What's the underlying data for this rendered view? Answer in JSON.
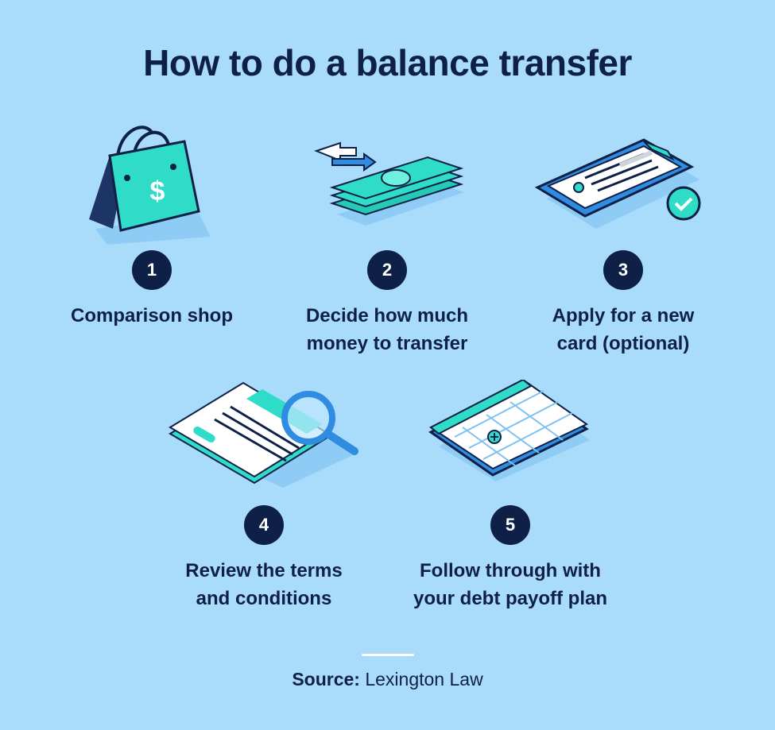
{
  "title": "How to do a balance transfer",
  "steps": [
    {
      "number": "1",
      "lines": [
        "Comparison shop"
      ],
      "icon": "shopping-bag-icon"
    },
    {
      "number": "2",
      "lines": [
        "Decide how much",
        "money to transfer"
      ],
      "icon": "money-transfer-icon"
    },
    {
      "number": "3",
      "lines": [
        "Apply for a new",
        "card (optional)"
      ],
      "icon": "clipboard-check-icon"
    },
    {
      "number": "4",
      "lines": [
        "Review the terms",
        "and conditions"
      ],
      "icon": "magnifier-document-icon"
    },
    {
      "number": "5",
      "lines": [
        "Follow through with",
        "your debt payoff plan"
      ],
      "icon": "calendar-icon"
    }
  ],
  "bag_symbol": "$",
  "source": {
    "label": "Source:",
    "value": "Lexington Law"
  },
  "colors": {
    "background": "#a9dcfb",
    "navy": "#0f2047",
    "teal": "#2fdcc8",
    "blue": "#2f8ce0",
    "white": "#ffffff"
  }
}
